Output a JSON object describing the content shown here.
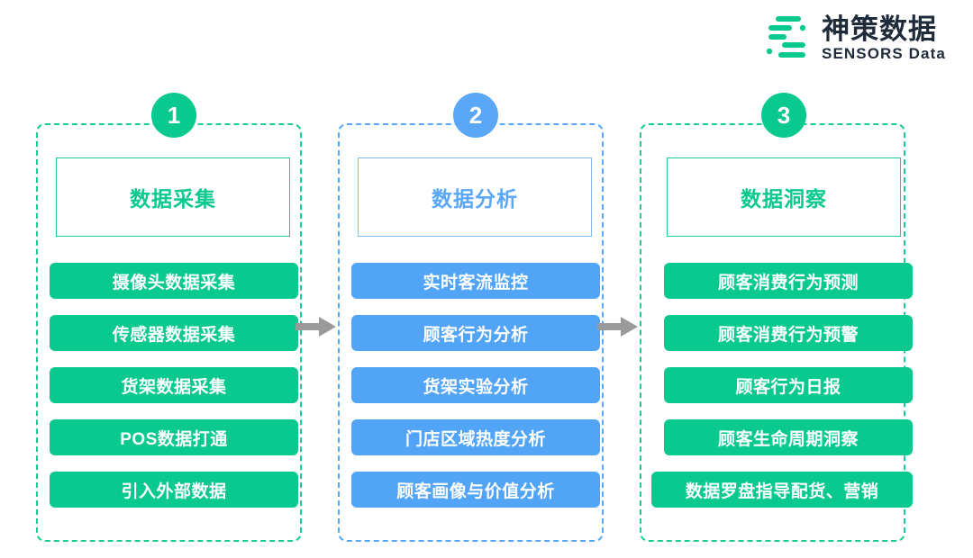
{
  "brand": {
    "logo_mark_name": "sensors-data-logo-mark",
    "name_cn": "神策数据",
    "name_en": "SENSORS Data",
    "mark_color": "#0ac98e",
    "text_color": "#1f2b3a"
  },
  "theme": {
    "green": "#0ac98e",
    "green_border": "#19cb94",
    "blue": "#52a4f7",
    "blue_border": "#5aa7f8",
    "arrow_gray": "#9a9a9a",
    "background": "#ffffff"
  },
  "columns": [
    {
      "badge": "1",
      "title": "数据采集",
      "accent": "#0ac98e",
      "items": [
        "摄像头数据采集",
        "传感器数据采集",
        "货架数据采集",
        "POS数据打通",
        "引入外部数据"
      ]
    },
    {
      "badge": "2",
      "title": "数据分析",
      "accent": "#52a4f7",
      "items": [
        "实时客流监控",
        "顾客行为分析",
        "货架实验分析",
        "门店区域热度分析",
        "顾客画像与价值分析"
      ]
    },
    {
      "badge": "3",
      "title": "数据洞察",
      "accent": "#0ac98e",
      "items": [
        "顾客消费行为预测",
        "顾客消费行为预警",
        "顾客行为日报",
        "顾客生命周期洞察",
        "数据罗盘指导配货、营销"
      ]
    }
  ],
  "connectors": [
    {
      "name": "arrow-1-to-2",
      "from": "1",
      "to": "2"
    },
    {
      "name": "arrow-2-to-3",
      "from": "2",
      "to": "3"
    }
  ]
}
